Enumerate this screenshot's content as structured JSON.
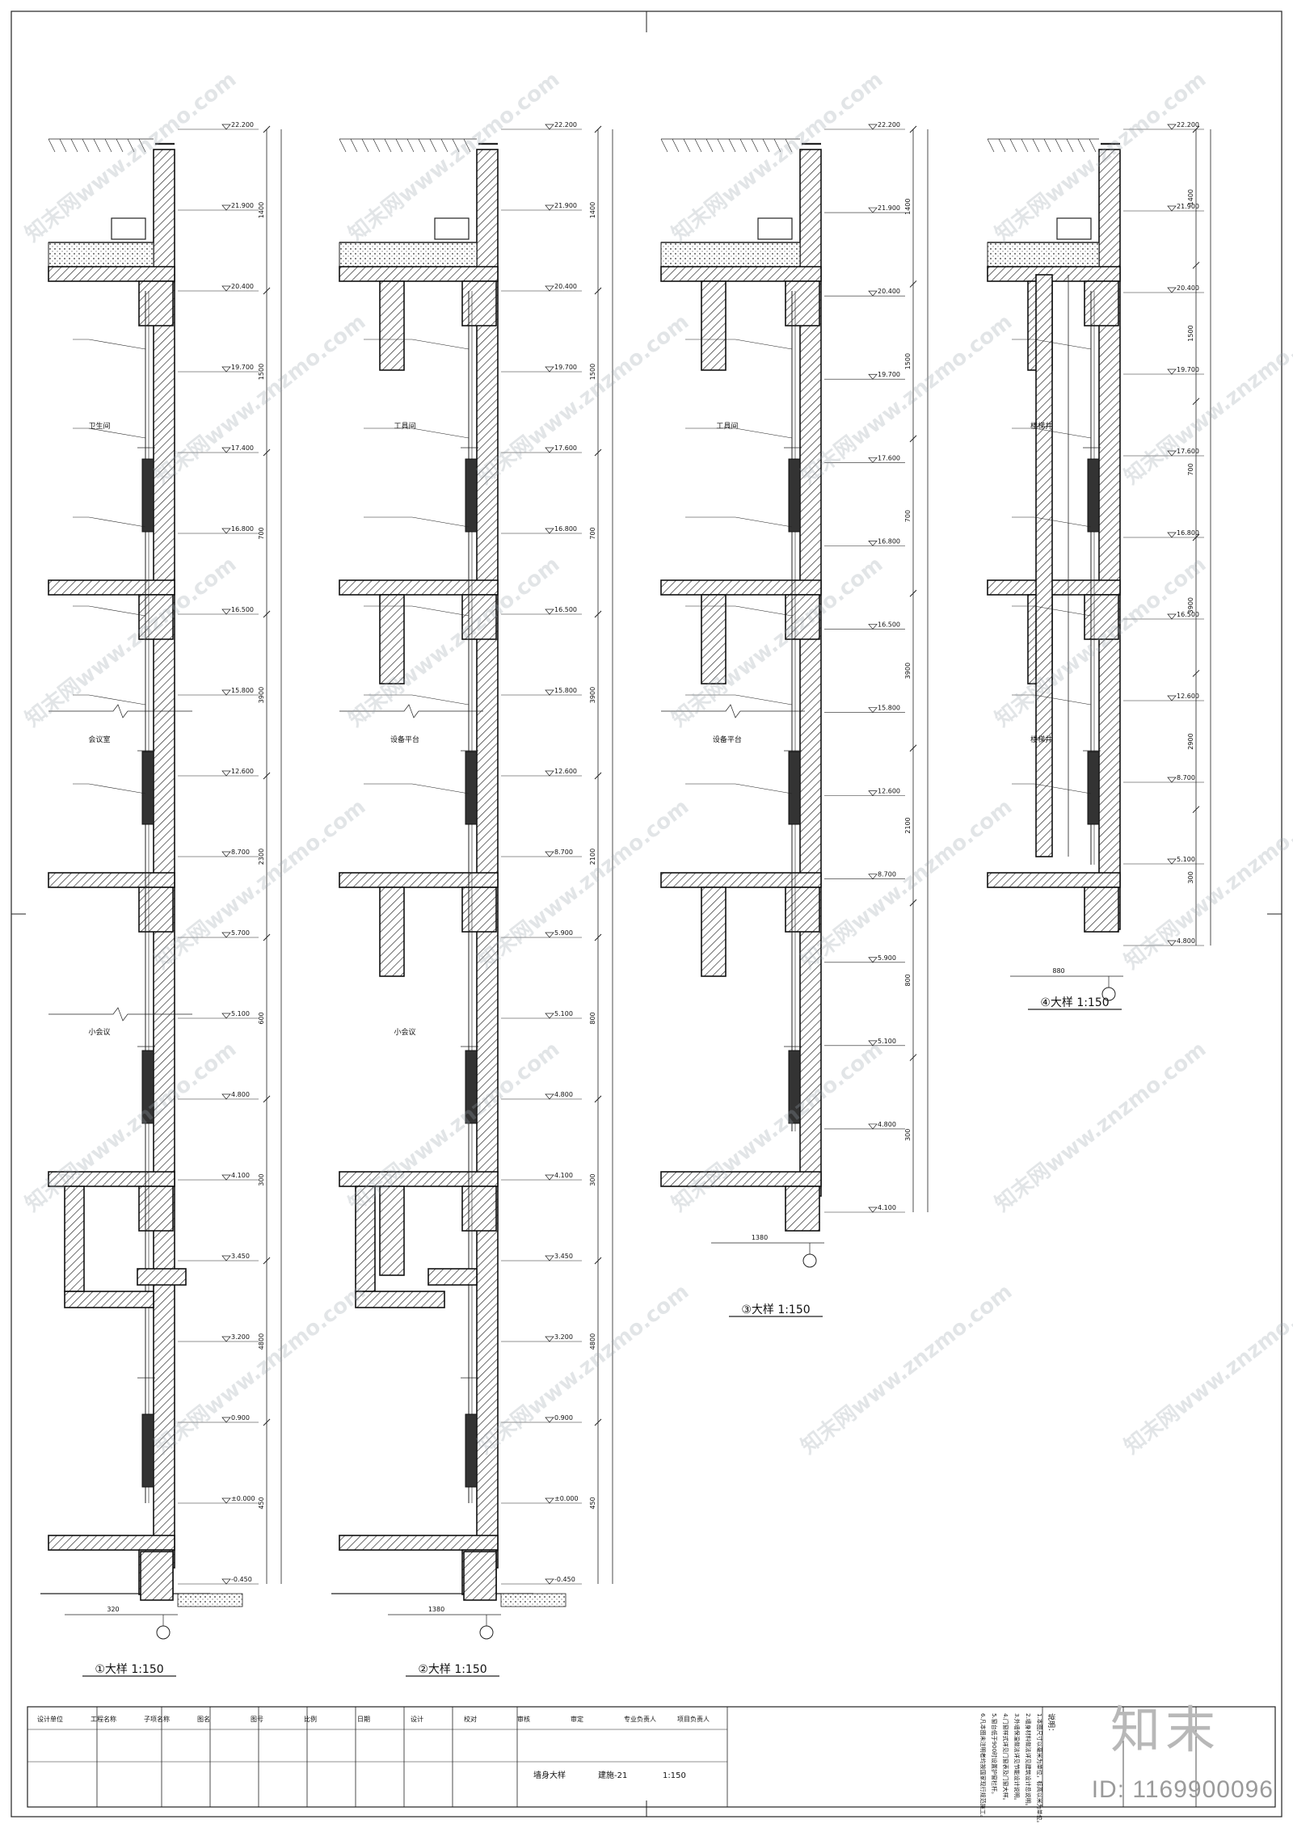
{
  "sheet": {
    "brand_logo": "知末",
    "drawing_id": "ID: 1169900096",
    "watermark": "知末网www.znzmo.com"
  },
  "details": [
    {
      "caption": "①大样 1:150",
      "top_levels": [
        "22.200",
        "21.900",
        "20.400",
        "19.700"
      ],
      "mid_levels": [
        "17.400",
        "16.800",
        "16.500",
        "15.800",
        "12.600",
        "8.700",
        "5.700",
        "5.100",
        "4.800",
        "4.100",
        "3.450",
        "3.200"
      ],
      "bottom_levels": [
        "0.900",
        "±0.000",
        "-0.450"
      ],
      "dims": [
        "1400",
        "1500",
        "700",
        "3900",
        "2300",
        "600",
        "300",
        "4800",
        "450"
      ],
      "labels": [
        "卫生间",
        "会议室",
        "小会议"
      ],
      "base_dim": "320"
    },
    {
      "caption": "②大样 1:150",
      "top_levels": [
        "22.200",
        "21.900",
        "20.400",
        "19.700"
      ],
      "mid_levels": [
        "17.600",
        "16.800",
        "16.500",
        "15.800",
        "12.600",
        "8.700",
        "5.900",
        "5.100",
        "4.800",
        "4.100",
        "3.450",
        "3.200"
      ],
      "bottom_levels": [
        "0.900",
        "±0.000",
        "-0.450"
      ],
      "dims": [
        "1400",
        "1500",
        "700",
        "3900",
        "2100",
        "800",
        "300",
        "4800",
        "450"
      ],
      "labels": [
        "工具间",
        "设备平台",
        "小会议"
      ],
      "base_dim": "1380"
    },
    {
      "caption": "③大样 1:150",
      "top_levels": [
        "22.200",
        "21.900",
        "20.400",
        "19.700"
      ],
      "mid_levels": [
        "17.600",
        "16.800",
        "16.500",
        "15.800",
        "12.600",
        "8.700",
        "5.900",
        "5.100",
        "4.800",
        "4.100"
      ],
      "bottom_levels": [],
      "dims": [
        "1400",
        "1500",
        "700",
        "3900",
        "2100",
        "800",
        "300"
      ],
      "labels": [
        "工具间",
        "设备平台"
      ],
      "base_dim": "1380"
    },
    {
      "caption": "④大样 1:150",
      "top_levels": [
        "22.200",
        "21.900",
        "20.400",
        "19.700"
      ],
      "mid_levels": [
        "17.600",
        "16.800",
        "16.500",
        "12.600",
        "8.700",
        "5.100",
        "4.800"
      ],
      "bottom_levels": [],
      "dims": [
        "1400",
        "1500",
        "700",
        "3900",
        "2900",
        "300"
      ],
      "labels": [
        "楼梯井",
        "楼梯井"
      ],
      "base_dim": "880"
    }
  ],
  "title_block": {
    "notes_header": "说明：",
    "notes": [
      "1.本图尺寸以毫米为单位，标高以米为单位。",
      "2.墙身材料做法详见建筑设计总说明。",
      "3.外墙保温做法详见节能设计说明。",
      "4.门窗样式详见门窗表及门窗大样。",
      "5.窗台低于900时设置护窗栏杆。",
      "6.凡本图未注明者均按国家现行规范施工。"
    ],
    "fields": [
      "设计单位",
      "工程名称",
      "子项名称",
      "图名",
      "图号",
      "比例",
      "日期",
      "设计",
      "校对",
      "审核",
      "审定",
      "专业负责人",
      "项目负责人"
    ],
    "values": [
      "墙身大样",
      "建施-21",
      "1:150"
    ]
  }
}
